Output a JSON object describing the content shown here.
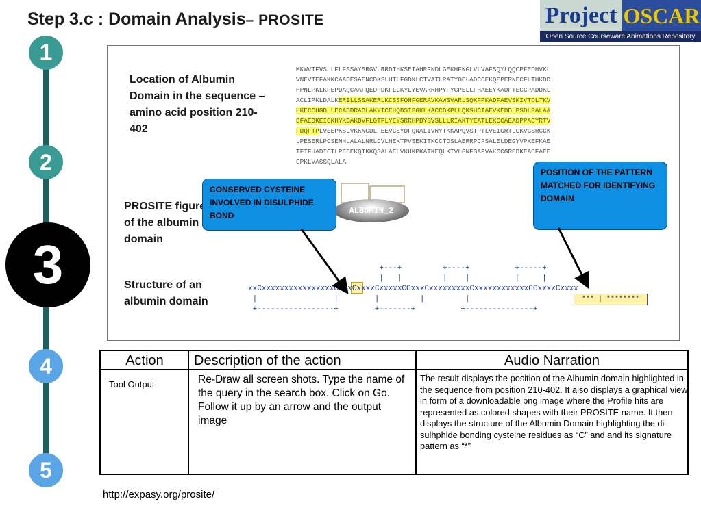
{
  "title": {
    "main": "Step 3.c : Domain Analysis",
    "sub": "– PROSITE"
  },
  "logo": {
    "word1": "Project",
    "word2": "OSCAR",
    "tagline": "Open Source Courseware Animations Repository"
  },
  "steps": [
    "1",
    "2",
    "3",
    "4",
    "5"
  ],
  "panel": {
    "location_label": "Location of Albumin Domain in the sequence – amino acid position 210-402",
    "figure_label": "PROSITE figure of the albumin domain",
    "structure_label": "Structure of an albumin domain",
    "sequence": [
      {
        "plain": "MKWVTFVSLLFLFSSAYSRGVLRRDTHKSEIAHRFNDLGEKHFKGLVLVAFSQYLQQCPFEDHVKL",
        "highlight": "",
        "after": ""
      },
      {
        "plain": "VNEVTEFAKKCAADESAENCDKSLHTLFGDKLCTVATLRATYGELADCCEKQEPERNECFLTHKDD",
        "highlight": "",
        "after": ""
      },
      {
        "plain": "HPNLPKLKPEPDAQCAAFQEDPDKFLGKYLYEVARRHPYFYGPELLFHAEEYKADFTECCPADDKL",
        "highlight": "",
        "after": ""
      },
      {
        "plain": "ACLIPKLDALK",
        "highlight": "ERILLSSAKERLKCSSFQNFGERAVKAWSVARLSQKFPKADFAEVSKIVTDLTKV",
        "after": ""
      },
      {
        "plain": "",
        "highlight": "HKECCHGDLLECADDRADLAKYICEHQDSISGKLKACCDKPLLQKSHCIAEVKEDDLPSDLPALAA",
        "after": ""
      },
      {
        "plain": "",
        "highlight": "DFAEDKEICKHYKDAKDVFLGTFLYEYSRRHPDYSVSLLLRIAKTYEATLEKCCAEADPPACYRTV",
        "after": ""
      },
      {
        "plain": "",
        "highlight": "FDQFTP",
        "after": "LVEEPKSLVKKNCDLFEEVGEYDFQNALIVRYTKKAPQVSTPTLVEIGRTLGKVGSRCCK"
      },
      {
        "plain": "LPESERLPCSENHLALALNRLCVLHEKTPVSEKITKCCTDSLAERRPCFSALELDEGYVPKEFKAE",
        "highlight": "",
        "after": ""
      },
      {
        "plain": "TFTFHADICTLPEDEKQIKKQSALAELVKHKPKATKEQLKTVLGNFSAFVAKCCGREDKEACFAEE",
        "highlight": "",
        "after": ""
      },
      {
        "plain": "GPKLVASSQLALA",
        "highlight": "",
        "after": ""
      }
    ],
    "oval_label": "ALBUMIN_2",
    "pattern_lines": [
      "                             +---+         +----+          +-----+",
      "                             |   |         |    |          |     |",
      "xxCxxxxxxxxxxxxxxxxCCxxCxxxxCxxxxxCCxxxCxxxxxxxxxCxxxxxxxxxxxxCCxxxxCxxxx",
      " |                 |        |         |         |",
      " +-----------------+        +-------+          +---------------+"
    ],
    "signature": "*** | ********",
    "callout_cysteine": "CONSERVED CYSTEINE INVOLVED IN DISULPHIDE BOND",
    "callout_position": "POSITION OF THE PATTERN MATCHED FOR IDENTIFYING DOMAIN"
  },
  "table": {
    "headers": {
      "action": "Action",
      "description": "Description of the action",
      "audio": "Audio Narration"
    },
    "row": {
      "action": "Tool Output",
      "description": "Re-Draw all screen shots. Type the name of the query in the search box. Click on Go. Follow it up by an arrow and the output image",
      "audio": "The result displays the position of the Albumin domain highlighted in the sequence from position 210-402. It also displays a graphical view in form of a downloadable png image where the Profile hits are represented as colored shapes with their PROSITE name. It then displays the structure of the Albumin Domain highlighting the di-sulhphide bonding cysteine residues as “C” and and its signature pattern as “*”"
    }
  },
  "url": "http://expasy.org/prosite/",
  "colors": {
    "teal_step": "#3a9b94",
    "blue_step": "#5aa5e6",
    "callout": "#0d8fe3",
    "highlight": "#ffff4d",
    "timeline": "#1e5f5f"
  }
}
